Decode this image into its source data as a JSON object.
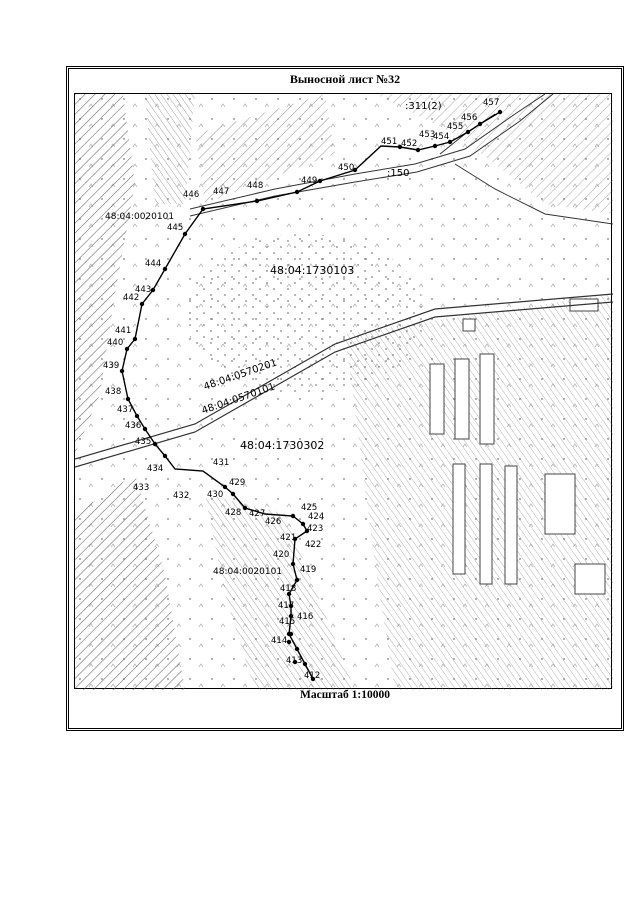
{
  "title": "Выносной лист №32",
  "scale": "Масштаб 1:10000",
  "parcels": [
    "48:04:1730103",
    "48:04:1730302",
    "48:04:0570201",
    "48:04:0570101",
    "48:04:0020101",
    "48:04:0020101"
  ],
  "labels": {
    "p311": ":311(2)",
    "p150": ":150"
  },
  "points": [
    {
      "n": "457",
      "dot": true
    },
    {
      "n": "456",
      "dot": true
    },
    {
      "n": "455",
      "dot": true
    },
    {
      "n": "454",
      "dot": true
    },
    {
      "n": "453",
      "dot": true
    },
    {
      "n": "452",
      "dot": true
    },
    {
      "n": "451",
      "dot": true
    },
    {
      "n": "450",
      "dot": true
    },
    {
      "n": "449",
      "dot": true
    },
    {
      "n": "448",
      "dot": true
    },
    {
      "n": "447",
      "dot": true
    },
    {
      "n": "446",
      "dot": true
    },
    {
      "n": "445",
      "dot": true
    },
    {
      "n": "444",
      "dot": true
    },
    {
      "n": "443",
      "dot": true
    },
    {
      "n": "442",
      "dot": true
    },
    {
      "n": "441",
      "dot": true
    },
    {
      "n": "440",
      "dot": true
    },
    {
      "n": "439",
      "dot": true
    },
    {
      "n": "438",
      "dot": true
    },
    {
      "n": "437",
      "dot": true
    },
    {
      "n": "436",
      "dot": true
    },
    {
      "n": "435",
      "dot": true
    },
    {
      "n": "434",
      "dot": true
    },
    {
      "n": "433",
      "dot": false
    },
    {
      "n": "432",
      "dot": false
    },
    {
      "n": "431",
      "dot": true
    },
    {
      "n": "430",
      "dot": true
    },
    {
      "n": "429",
      "dot": true
    },
    {
      "n": "428",
      "dot": false
    },
    {
      "n": "427",
      "dot": true
    },
    {
      "n": "426",
      "dot": true
    },
    {
      "n": "425",
      "dot": true
    },
    {
      "n": "424",
      "dot": true
    },
    {
      "n": "423",
      "dot": true
    },
    {
      "n": "422",
      "dot": true
    },
    {
      "n": "421",
      "dot": true
    },
    {
      "n": "420",
      "dot": true
    },
    {
      "n": "419",
      "dot": true
    },
    {
      "n": "418",
      "dot": true
    },
    {
      "n": "417",
      "dot": true
    },
    {
      "n": "416",
      "dot": true
    },
    {
      "n": "415",
      "dot": true
    },
    {
      "n": "414",
      "dot": true
    },
    {
      "n": "413",
      "dot": true
    },
    {
      "n": "412",
      "dot": true
    }
  ]
}
